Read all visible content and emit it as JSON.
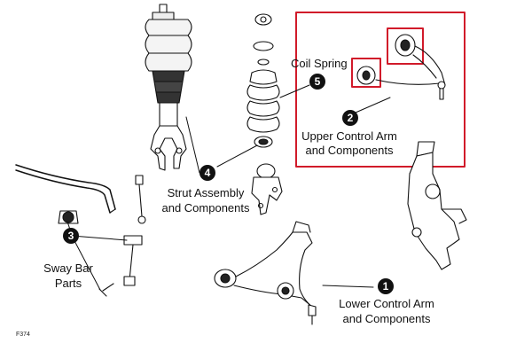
{
  "figure_code": "F374",
  "highlight_color": "#d11a2a",
  "callouts": {
    "lower_control_arm": {
      "number": "1",
      "line1": "Lower Control Arm",
      "line2": "and Components"
    },
    "upper_control_arm": {
      "number": "2",
      "line1": "Upper Control Arm",
      "line2": "and Components"
    },
    "sway_bar": {
      "number": "3",
      "line1": "Sway Bar",
      "line2": "Parts"
    },
    "strut_assembly": {
      "number": "4",
      "line1": "Strut Assembly",
      "line2": "and Components"
    },
    "coil_spring": {
      "number": "5",
      "line1": "Coil Spring"
    }
  },
  "icons": [
    "air-strut-drawing",
    "coil-spring-drawing",
    "upper-control-arm-drawing",
    "sway-bar-drawing",
    "steering-knuckle-drawing",
    "lower-control-arm-drawing",
    "bushing-drawing"
  ]
}
